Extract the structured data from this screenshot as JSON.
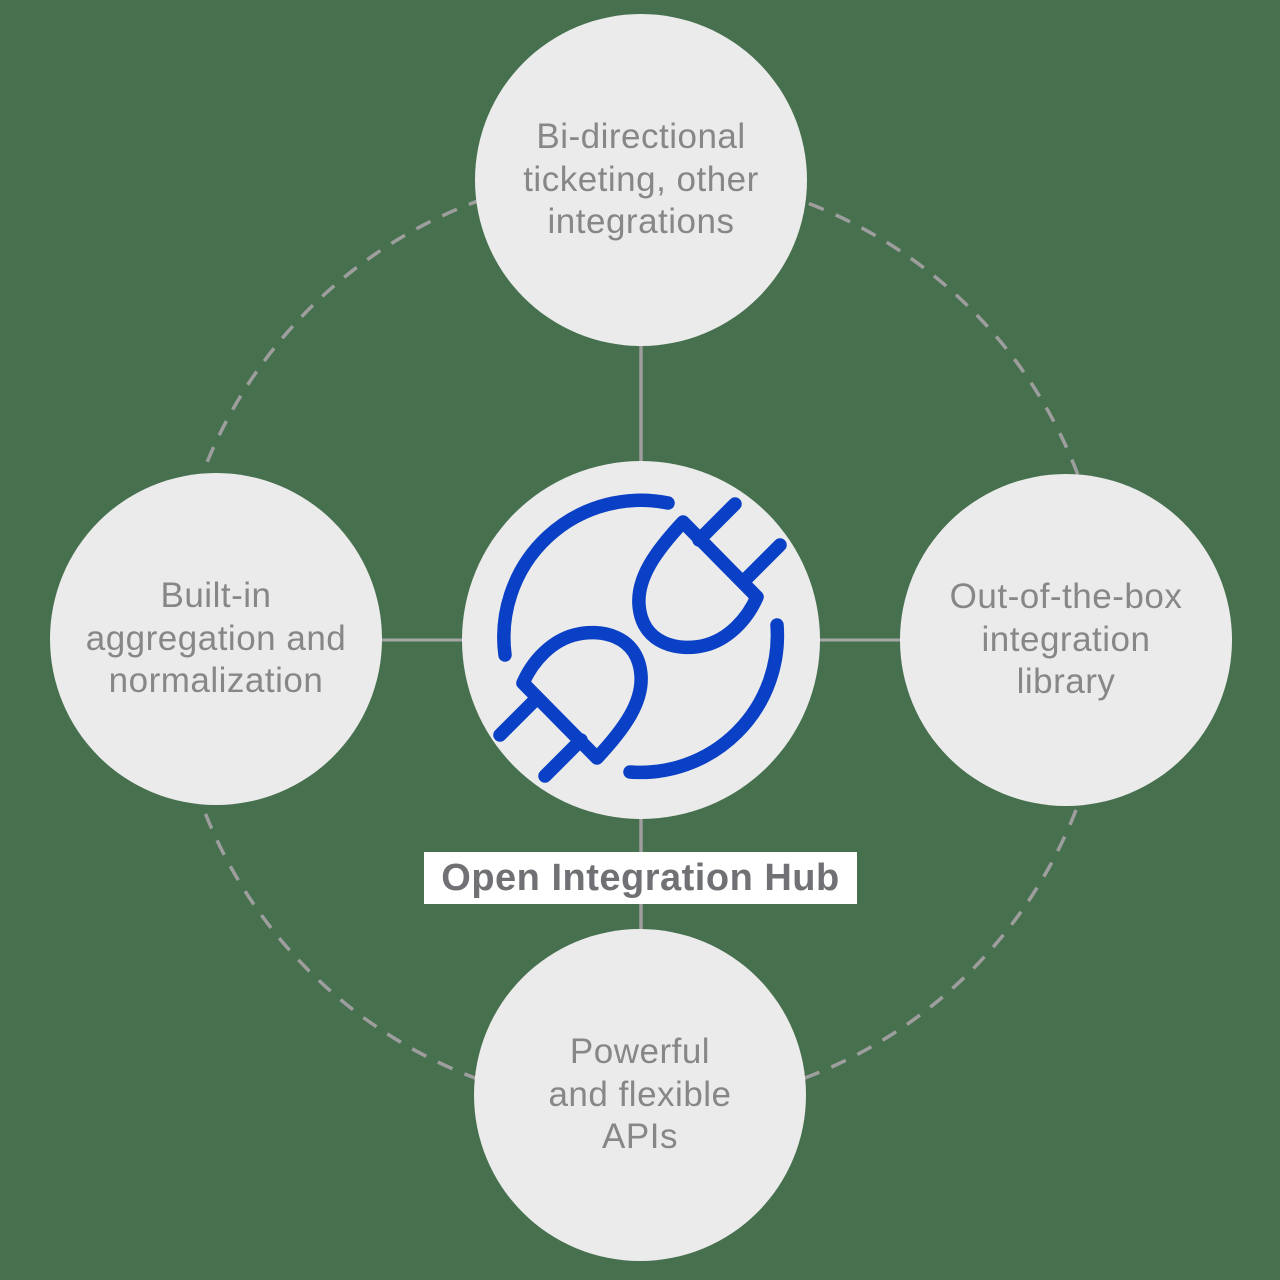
{
  "diagram": {
    "title": "Open Integration Hub",
    "center": {
      "label": "Open Integration Hub",
      "icon": "plug-connectors-icon"
    },
    "nodes": [
      {
        "id": "top",
        "text": "Bi-directional\nticketing, other\nintegrations"
      },
      {
        "id": "right",
        "text": "Out-of-the-box\nintegration\nlibrary"
      },
      {
        "id": "bottom",
        "text": "Powerful\nand flexible\nAPIs"
      },
      {
        "id": "left",
        "text": "Built-in\naggregation and\nnormalization"
      }
    ],
    "colors": {
      "background_green": "#47714E",
      "node_fill": "#EBEBEB",
      "icon_blue": "#0A40C5",
      "node_text_gray": "#87878A",
      "label_text_gray": "#717175",
      "connector_gray": "#9E9E9E",
      "label_background": "#FFFFFF"
    }
  }
}
